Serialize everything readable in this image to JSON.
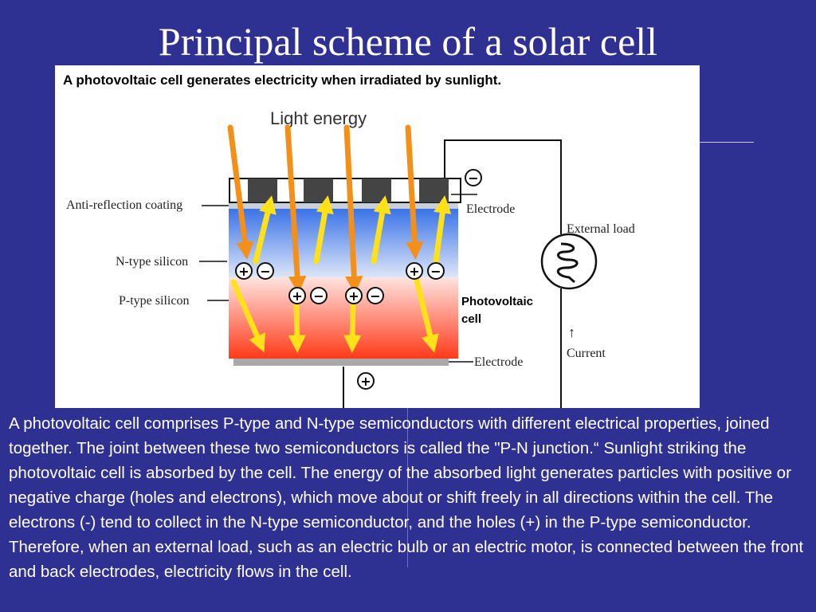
{
  "slide": {
    "title": "Principal scheme of a solar cell",
    "background_color": "#2e3192",
    "body_text": "A photovoltaic cell comprises P-type and N-type semiconductors with different electrical properties, joined together. The joint between these two semiconductors is called the \"P-N junction.“ Sunlight striking the photovoltaic cell is absorbed by the cell. The energy of the absorbed light generates particles with positive or negative charge (holes and electrons), which move about or shift freely in all directions within the cell. The electrons (-) tend to collect in the N-type semiconductor, and the holes (+) in the P-type semiconductor. Therefore, when an external load, such as an electric bulb or an electric motor, is connected between the front and back electrodes, electricity flows in the cell."
  },
  "figure": {
    "heading": "A photovoltaic cell generates electricity when irradiated by sunlight.",
    "light_label": "Light energy",
    "anti_reflection_label": "Anti-reflection coating",
    "n_type_label": "N-type silicon",
    "p_type_label": "P-type silicon",
    "top_electrode_label": "Electrode",
    "bottom_electrode_label": "Electrode",
    "external_load_label": "External load",
    "pv_cell_label_line1": "Photovoltaic",
    "pv_cell_label_line2": "cell",
    "current_arrow": "↑",
    "current_label": "Current",
    "minus_symbol": "−",
    "plus_symbol": "+",
    "colors": {
      "light_arrow": "#f39019",
      "carrier_arrow": "#ffe11a",
      "n_layer_top": "#3a73e8",
      "n_layer_bottom": "#dde6f8",
      "p_layer_top": "#fde4e0",
      "p_layer_bottom": "#ff3a1a",
      "electrode": "#a9a9a9",
      "electrode_finger": "#444444"
    }
  }
}
